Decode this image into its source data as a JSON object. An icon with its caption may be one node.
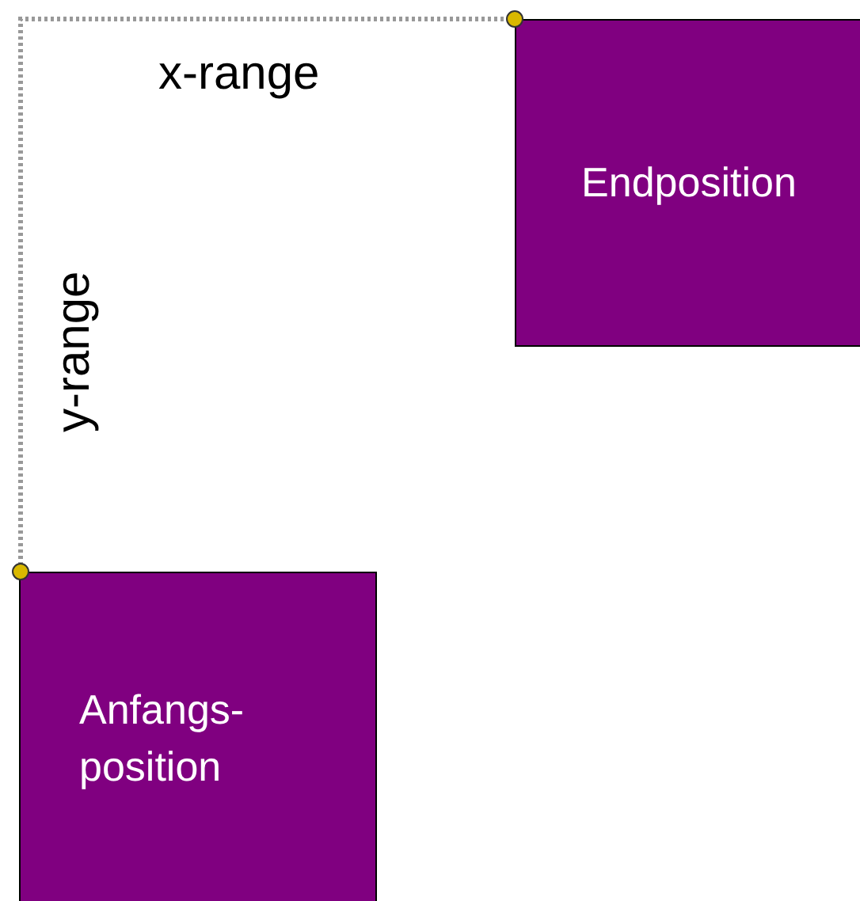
{
  "diagram": {
    "nodes": [
      {
        "text": [
          "Endposition"
        ]
      },
      {
        "text": [
          "Anfangs- position"
        ]
      }
    ],
    "labels": [
      "x-range",
      "y-range"
    ]
  }
}
